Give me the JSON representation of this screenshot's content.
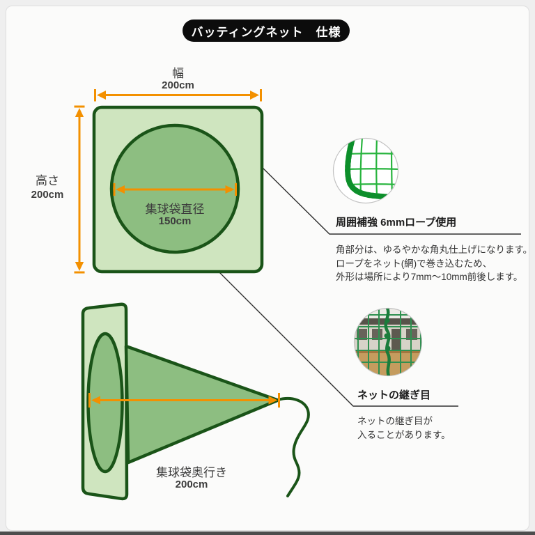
{
  "title": "バッティングネット　仕様",
  "front_view": {
    "width_label": "幅",
    "width_value": "200cm",
    "height_label": "高さ",
    "height_value": "200cm",
    "diameter_label": "集球袋直径",
    "diameter_value": "150cm"
  },
  "side_view": {
    "depth_label": "集球袋奥行き",
    "depth_value": "200cm"
  },
  "callouts": [
    {
      "caption": "周囲補強 6mmロープ使用",
      "photo": "net-corner-closeup-photo",
      "description": [
        "角部分は、ゆるやかな角丸仕上げになります。",
        "ロープをネット(網)で巻き込むため、",
        "外形は場所により7mm〜10mm前後します。"
      ]
    },
    {
      "caption": "ネットの継ぎ目",
      "photo": "net-seam-photo",
      "description": [
        "ネットの継ぎ目が",
        "入ることがあります。"
      ]
    }
  ],
  "colors": {
    "accent_orange": "#f39000",
    "outline_green": "#1a5418",
    "fill_light_green": "#cfe5bf",
    "fill_mid_green": "#8dbe81",
    "title_bg": "#0c0c0c",
    "net_bright_green": "#1fa236",
    "net_photo_green": "#2f9050",
    "page_bg": "#efefef",
    "card_bg": "#fbfbfa"
  }
}
